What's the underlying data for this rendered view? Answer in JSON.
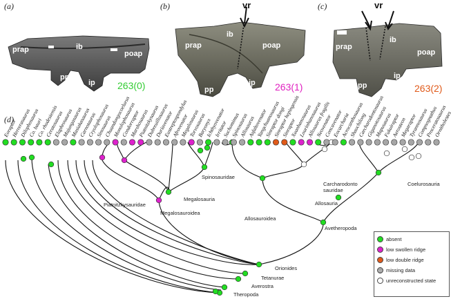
{
  "panels": {
    "a": {
      "label": "(a)",
      "bones": [
        "prap",
        "ib",
        "poap",
        "pp",
        "ip"
      ],
      "state": "263(0)",
      "state_color": "#33cc33"
    },
    "b": {
      "label": "(b)",
      "bones": [
        "prap",
        "ib",
        "poap",
        "pp",
        "ip"
      ],
      "state": "263(1)",
      "state_color": "#e020c0",
      "arrow_label": "vr"
    },
    "c": {
      "label": "(c)",
      "bones": [
        "prap",
        "ib",
        "poap",
        "pp",
        "ip"
      ],
      "state": "263(2)",
      "state_color": "#e05a1a",
      "arrow_label": "vr"
    },
    "d": {
      "label": "(d)"
    }
  },
  "colors": {
    "absent": "#22dd22",
    "swollen": "#dd22cc",
    "double": "#e05a1a",
    "missing": "#aaaaaa",
    "unreconstructed": "#ffffff"
  },
  "legend": [
    {
      "key": "absent",
      "label": "absent"
    },
    {
      "key": "swollen",
      "label": "low swollen ridge"
    },
    {
      "key": "double",
      "label": "low double ridge"
    },
    {
      "key": "missing",
      "label": "missing data"
    },
    {
      "key": "unreconstructed",
      "label": "unreconstructed state"
    }
  ],
  "clades": [
    {
      "id": "spinosauridae",
      "label": "Spinosauridae"
    },
    {
      "id": "piatnitzkysauridae",
      "label": "Piatnitzkysauridae"
    },
    {
      "id": "megalosauria",
      "label": "Megalosauria"
    },
    {
      "id": "megalosauroidea",
      "label": "Megalosauroidea"
    },
    {
      "id": "carcharodontosauridae",
      "label": "Carcharodonto\nsauridae"
    },
    {
      "id": "allosauria",
      "label": "Allosauria"
    },
    {
      "id": "coelurosauria",
      "label": "Coelurosauria"
    },
    {
      "id": "allosauroidea",
      "label": "Allosauroidea"
    },
    {
      "id": "avetheropoda",
      "label": "Avetheropoda"
    },
    {
      "id": "orionides",
      "label": "Orionides"
    },
    {
      "id": "tetanurae",
      "label": "Tetanurae"
    },
    {
      "id": "averostra",
      "label": "Averostra"
    },
    {
      "id": "theropoda",
      "label": "Theropoda"
    }
  ],
  "taxa": [
    {
      "name": "Eoraptor",
      "state": "absent"
    },
    {
      "name": "Herrerasaurus",
      "state": "absent"
    },
    {
      "name": "Dilophosaurus",
      "state": "absent"
    },
    {
      "name": "Co. bauri",
      "state": "absent"
    },
    {
      "name": "Co. rhodesiensis",
      "state": "absent"
    },
    {
      "name": "Ceratosaurus",
      "state": "absent"
    },
    {
      "name": "Elaphrosaurus",
      "state": "missing"
    },
    {
      "name": "Majungasaurus",
      "state": "missing"
    },
    {
      "name": "Masiakasaurus",
      "state": "absent"
    },
    {
      "name": "Carnotaurus",
      "state": "missing"
    },
    {
      "name": "Cryolophosaurus",
      "state": "missing"
    },
    {
      "name": "Sinosaurus",
      "state": "missing"
    },
    {
      "name": "Chuandongocoelurus",
      "state": "missing"
    },
    {
      "name": "Monolophosaurus",
      "state": "swollen"
    },
    {
      "name": "Condorraptor",
      "state": "missing"
    },
    {
      "name": "Marshosaurus",
      "state": "swollen"
    },
    {
      "name": "Piatnitzkysaurus",
      "state": "swollen"
    },
    {
      "name": "Dubreuillosaurus",
      "state": "missing"
    },
    {
      "name": "Duriavenator",
      "state": "missing"
    },
    {
      "name": "Eustreptospondylus",
      "state": "missing"
    },
    {
      "name": "Afrovenator",
      "state": "missing"
    },
    {
      "name": "Megalosaurus",
      "state": "missing"
    },
    {
      "name": "Torvosaurus",
      "state": "swollen"
    },
    {
      "name": "Baryonyx",
      "state": "missing"
    },
    {
      "name": "Ichthyovenator",
      "state": "absent"
    },
    {
      "name": "Irritator",
      "state": "missing"
    },
    {
      "name": "Suchomimus",
      "state": "missing"
    },
    {
      "name": "Spinosaurus",
      "state": "missing"
    },
    {
      "name": "Allosaurus",
      "state": "missing"
    },
    {
      "name": "Asfaltovenator",
      "state": "absent"
    },
    {
      "name": "Yangchuanosaurus",
      "state": "absent"
    },
    {
      "name": "Sinraptor dongi",
      "state": "absent"
    },
    {
      "name": "Sinraptor hepingensis",
      "state": "double"
    },
    {
      "name": "Sinraptor",
      "state": "double"
    },
    {
      "name": "Xuanhanosaurus",
      "state": "absent"
    },
    {
      "name": "Lourinhanosaurus",
      "state": "swollen"
    },
    {
      "name": "Allosaurus fragilis",
      "state": "swollen"
    },
    {
      "name": "Neovenator",
      "state": "absent"
    },
    {
      "name": "Concavenator",
      "state": "missing"
    },
    {
      "name": "Eocarcharia",
      "state": "missing"
    },
    {
      "name": "Acrocanthosaurus",
      "state": "absent"
    },
    {
      "name": "Shaochilong",
      "state": "missing"
    },
    {
      "name": "Carcharodontosaurus",
      "state": "missing"
    },
    {
      "name": "Giganotosaurus",
      "state": "missing"
    },
    {
      "name": "Mapusaurus",
      "state": "missing"
    },
    {
      "name": "Fukuiraptor",
      "state": "missing"
    },
    {
      "name": "Aerosteon",
      "state": "missing"
    },
    {
      "name": "Megaraptor",
      "state": "missing"
    },
    {
      "name": "Tyrannosaurus",
      "state": "missing"
    },
    {
      "name": "Compsognathus",
      "state": "missing"
    },
    {
      "name": "Proceratosaurus",
      "state": "missing"
    },
    {
      "name": "Ornitholestes",
      "state": "missing"
    }
  ]
}
